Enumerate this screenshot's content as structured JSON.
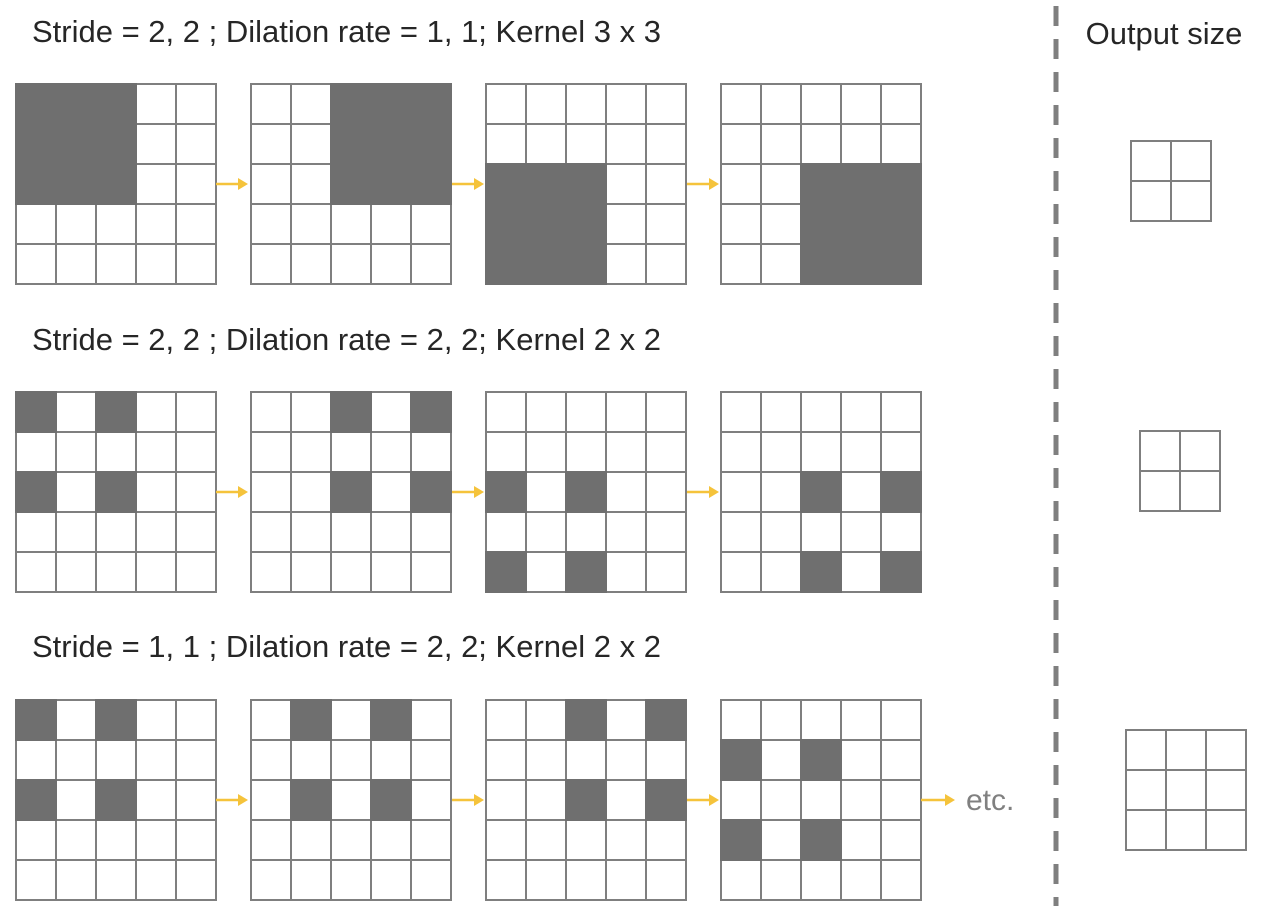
{
  "header": {
    "output_title": "Output size"
  },
  "colors": {
    "grid_line": "#7f7f7f",
    "filled_cell": "#6f6f6f",
    "arrow": "#f5c33b",
    "divider": "#7f7f7f",
    "text": "#262626",
    "etc_text": "#808080"
  },
  "rows": [
    {
      "title": "Stride = 2, 2 ; Dilation rate = 1, 1; Kernel 3 x 3",
      "grid_size": 5,
      "steps": [
        {
          "filled": [
            [
              0,
              0
            ],
            [
              0,
              1
            ],
            [
              0,
              2
            ],
            [
              1,
              0
            ],
            [
              1,
              1
            ],
            [
              1,
              2
            ],
            [
              2,
              0
            ],
            [
              2,
              1
            ],
            [
              2,
              2
            ]
          ]
        },
        {
          "filled": [
            [
              0,
              2
            ],
            [
              0,
              3
            ],
            [
              0,
              4
            ],
            [
              1,
              2
            ],
            [
              1,
              3
            ],
            [
              1,
              4
            ],
            [
              2,
              2
            ],
            [
              2,
              3
            ],
            [
              2,
              4
            ]
          ]
        },
        {
          "filled": [
            [
              2,
              0
            ],
            [
              2,
              1
            ],
            [
              2,
              2
            ],
            [
              3,
              0
            ],
            [
              3,
              1
            ],
            [
              3,
              2
            ],
            [
              4,
              0
            ],
            [
              4,
              1
            ],
            [
              4,
              2
            ]
          ]
        },
        {
          "filled": [
            [
              2,
              2
            ],
            [
              2,
              3
            ],
            [
              2,
              4
            ],
            [
              3,
              2
            ],
            [
              3,
              3
            ],
            [
              3,
              4
            ],
            [
              4,
              2
            ],
            [
              4,
              3
            ],
            [
              4,
              4
            ]
          ]
        }
      ],
      "output_size": 2,
      "etc_label": ""
    },
    {
      "title": "Stride = 2, 2 ; Dilation rate = 2, 2; Kernel 2 x 2",
      "grid_size": 5,
      "steps": [
        {
          "filled": [
            [
              0,
              0
            ],
            [
              0,
              2
            ],
            [
              2,
              0
            ],
            [
              2,
              2
            ]
          ]
        },
        {
          "filled": [
            [
              0,
              2
            ],
            [
              0,
              4
            ],
            [
              2,
              2
            ],
            [
              2,
              4
            ]
          ]
        },
        {
          "filled": [
            [
              2,
              0
            ],
            [
              2,
              2
            ],
            [
              4,
              0
            ],
            [
              4,
              2
            ]
          ]
        },
        {
          "filled": [
            [
              2,
              2
            ],
            [
              2,
              4
            ],
            [
              4,
              2
            ],
            [
              4,
              4
            ]
          ]
        }
      ],
      "output_size": 2,
      "etc_label": ""
    },
    {
      "title": "Stride = 1, 1 ; Dilation rate = 2, 2; Kernel 2 x 2",
      "grid_size": 5,
      "steps": [
        {
          "filled": [
            [
              0,
              0
            ],
            [
              0,
              2
            ],
            [
              2,
              0
            ],
            [
              2,
              2
            ]
          ]
        },
        {
          "filled": [
            [
              0,
              1
            ],
            [
              0,
              3
            ],
            [
              2,
              1
            ],
            [
              2,
              3
            ]
          ]
        },
        {
          "filled": [
            [
              0,
              2
            ],
            [
              0,
              4
            ],
            [
              2,
              2
            ],
            [
              2,
              4
            ]
          ]
        },
        {
          "filled": [
            [
              1,
              0
            ],
            [
              1,
              2
            ],
            [
              3,
              0
            ],
            [
              3,
              2
            ]
          ]
        }
      ],
      "output_size": 3,
      "etc_label": "etc."
    }
  ]
}
